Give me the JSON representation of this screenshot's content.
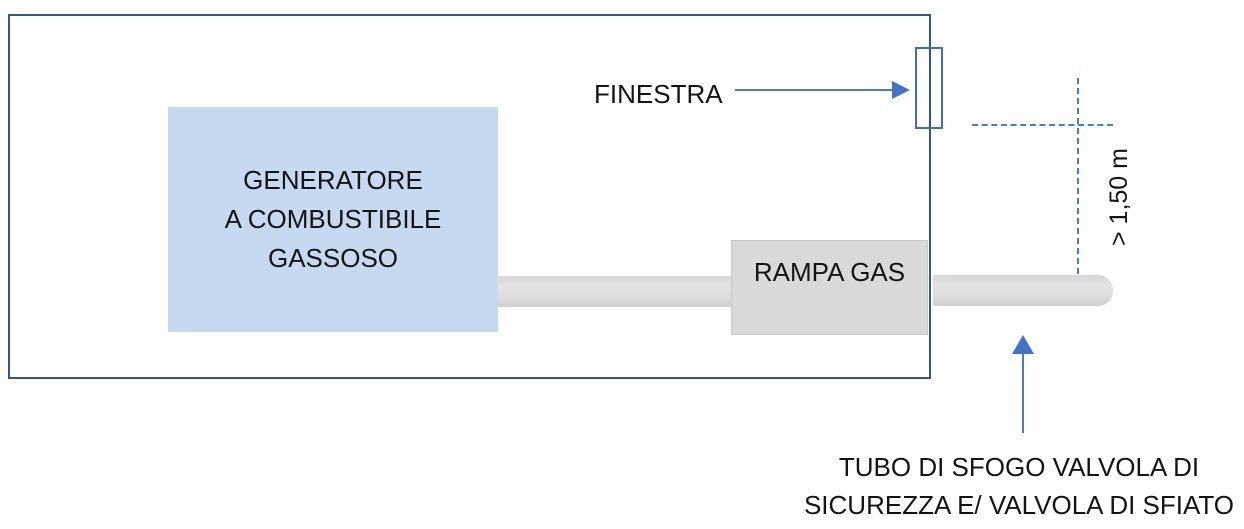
{
  "diagram": {
    "generator": {
      "line1": "GENERATORE",
      "line2": "A COMBUSTIBILE",
      "line3": "GASSOSO"
    },
    "gas_train": {
      "label": "RAMPA GAS"
    },
    "window": {
      "label": "FINESTRA"
    },
    "clearance": {
      "label": "> 1,50 m"
    },
    "vent_pipe": {
      "label_line1": "TUBO DI SFOGO VALVOLA DI",
      "label_line2": "SICUREZZA E/ VALVOLA DI SFIATO"
    },
    "colors": {
      "room_border": "#35597c",
      "generator_fill": "#c6d9f0",
      "gray_fill": "#d9d9d9",
      "window_border": "#41719c",
      "accent_blue": "#4a7ebb",
      "arrowhead_blue": "#4472c4",
      "text": "#141414"
    }
  }
}
